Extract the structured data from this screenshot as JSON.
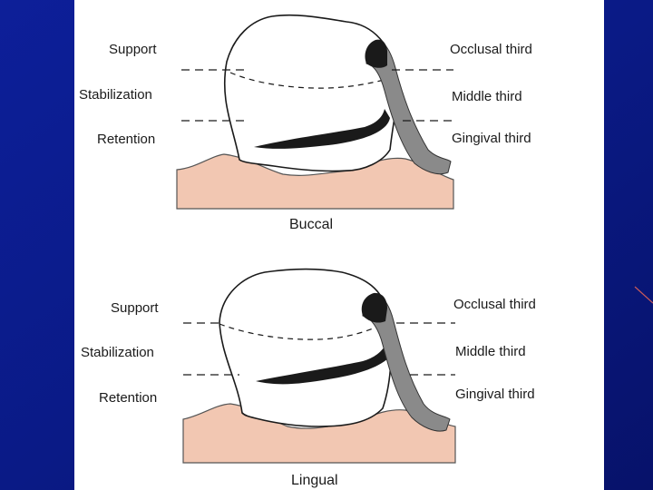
{
  "colors": {
    "slide_background": "#0a1b8c",
    "panel_background": "#ffffff",
    "gum_fill": "#f2c7b2",
    "clasp_dark": "#1a1a1a",
    "clasp_mid": "#8a8a8a"
  },
  "panels": [
    {
      "caption": "Buccal",
      "left_labels": [
        "Support",
        "Stabilization",
        "Retention"
      ],
      "right_labels": [
        "Occlusal third",
        "Middle third",
        "Gingival third"
      ]
    },
    {
      "caption": "Lingual",
      "left_labels": [
        "Support",
        "Stabilization",
        "Retention"
      ],
      "right_labels": [
        "Occlusal third",
        "Middle third",
        "Gingival third"
      ]
    }
  ]
}
